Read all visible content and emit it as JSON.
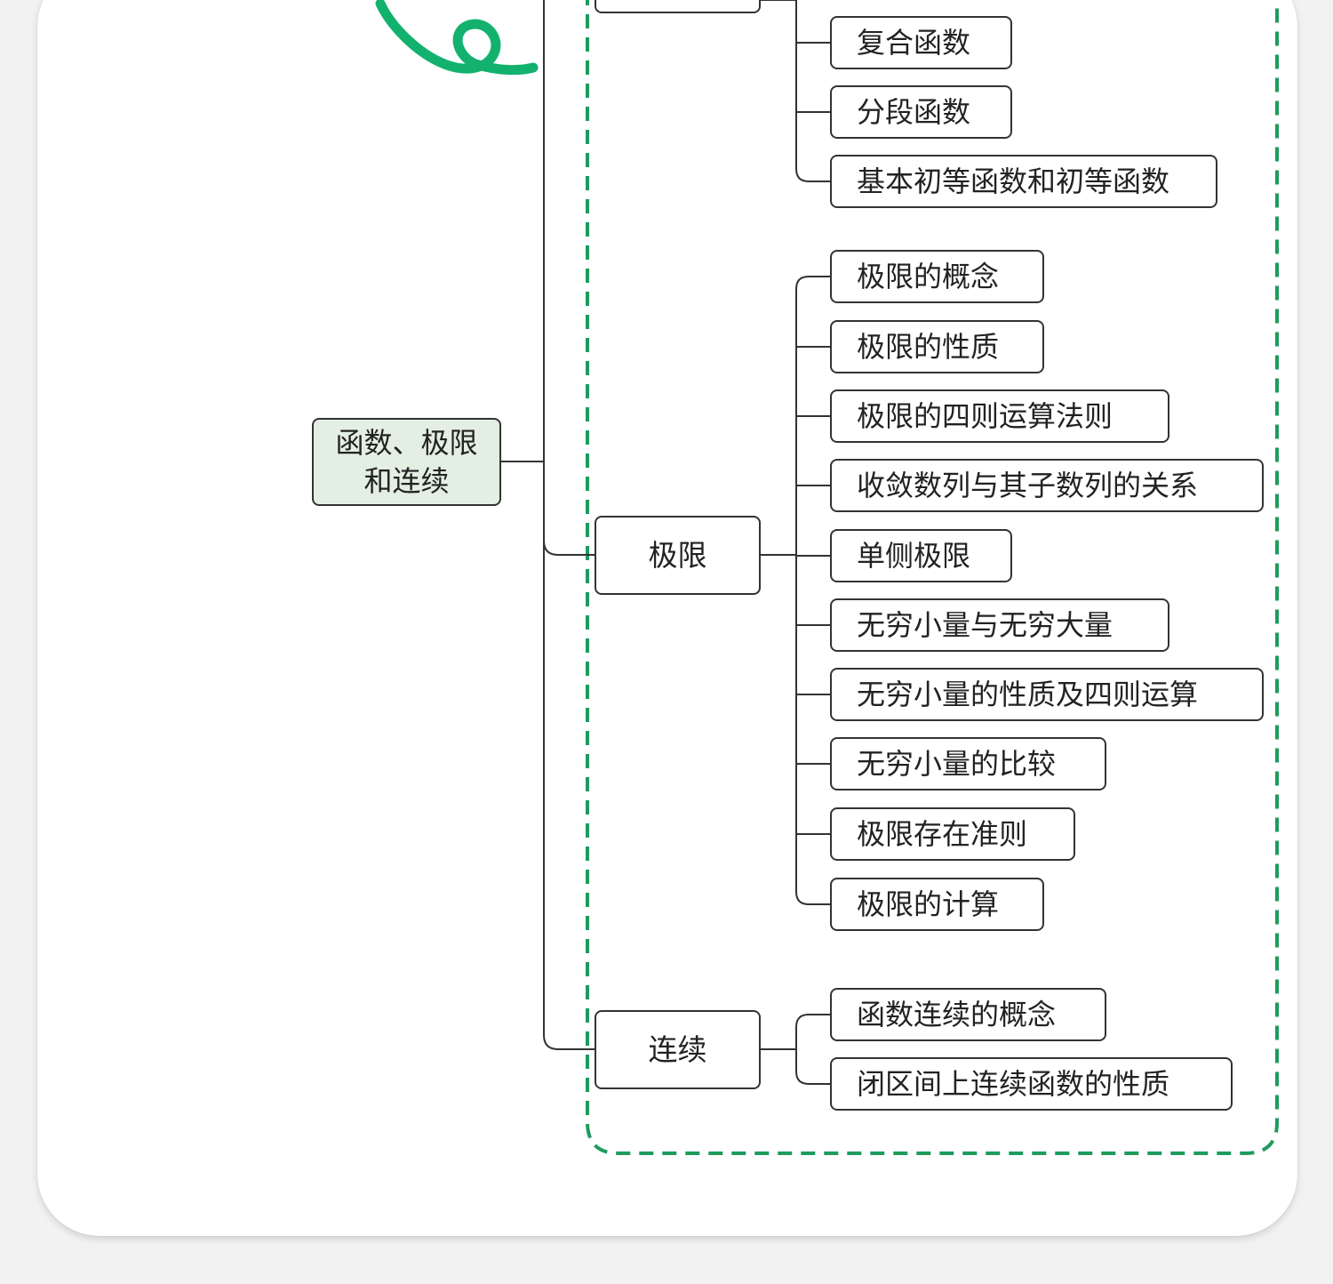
{
  "colors": {
    "dash": "#1e9b5d",
    "swirl": "#12b26e",
    "root_fill": "#e3efe2",
    "line": "#333333"
  },
  "root": {
    "line1": "函数、极限",
    "line2": "和连续"
  },
  "branches": {
    "limit": {
      "label": "极限"
    },
    "continuity": {
      "label": "连续"
    }
  },
  "function_items": [
    "复合函数",
    "分段函数",
    "基本初等函数和初等函数"
  ],
  "limit_items": [
    "极限的概念",
    "极限的性质",
    "极限的四则运算法则",
    "收敛数列与其子数列的关系",
    "单侧极限",
    "无穷小量与无穷大量",
    "无穷小量的性质及四则运算",
    "无穷小量的比较",
    "极限存在准则",
    "极限的计算"
  ],
  "continuity_items": [
    "函数连续的概念",
    "闭区间上连续函数的性质"
  ]
}
